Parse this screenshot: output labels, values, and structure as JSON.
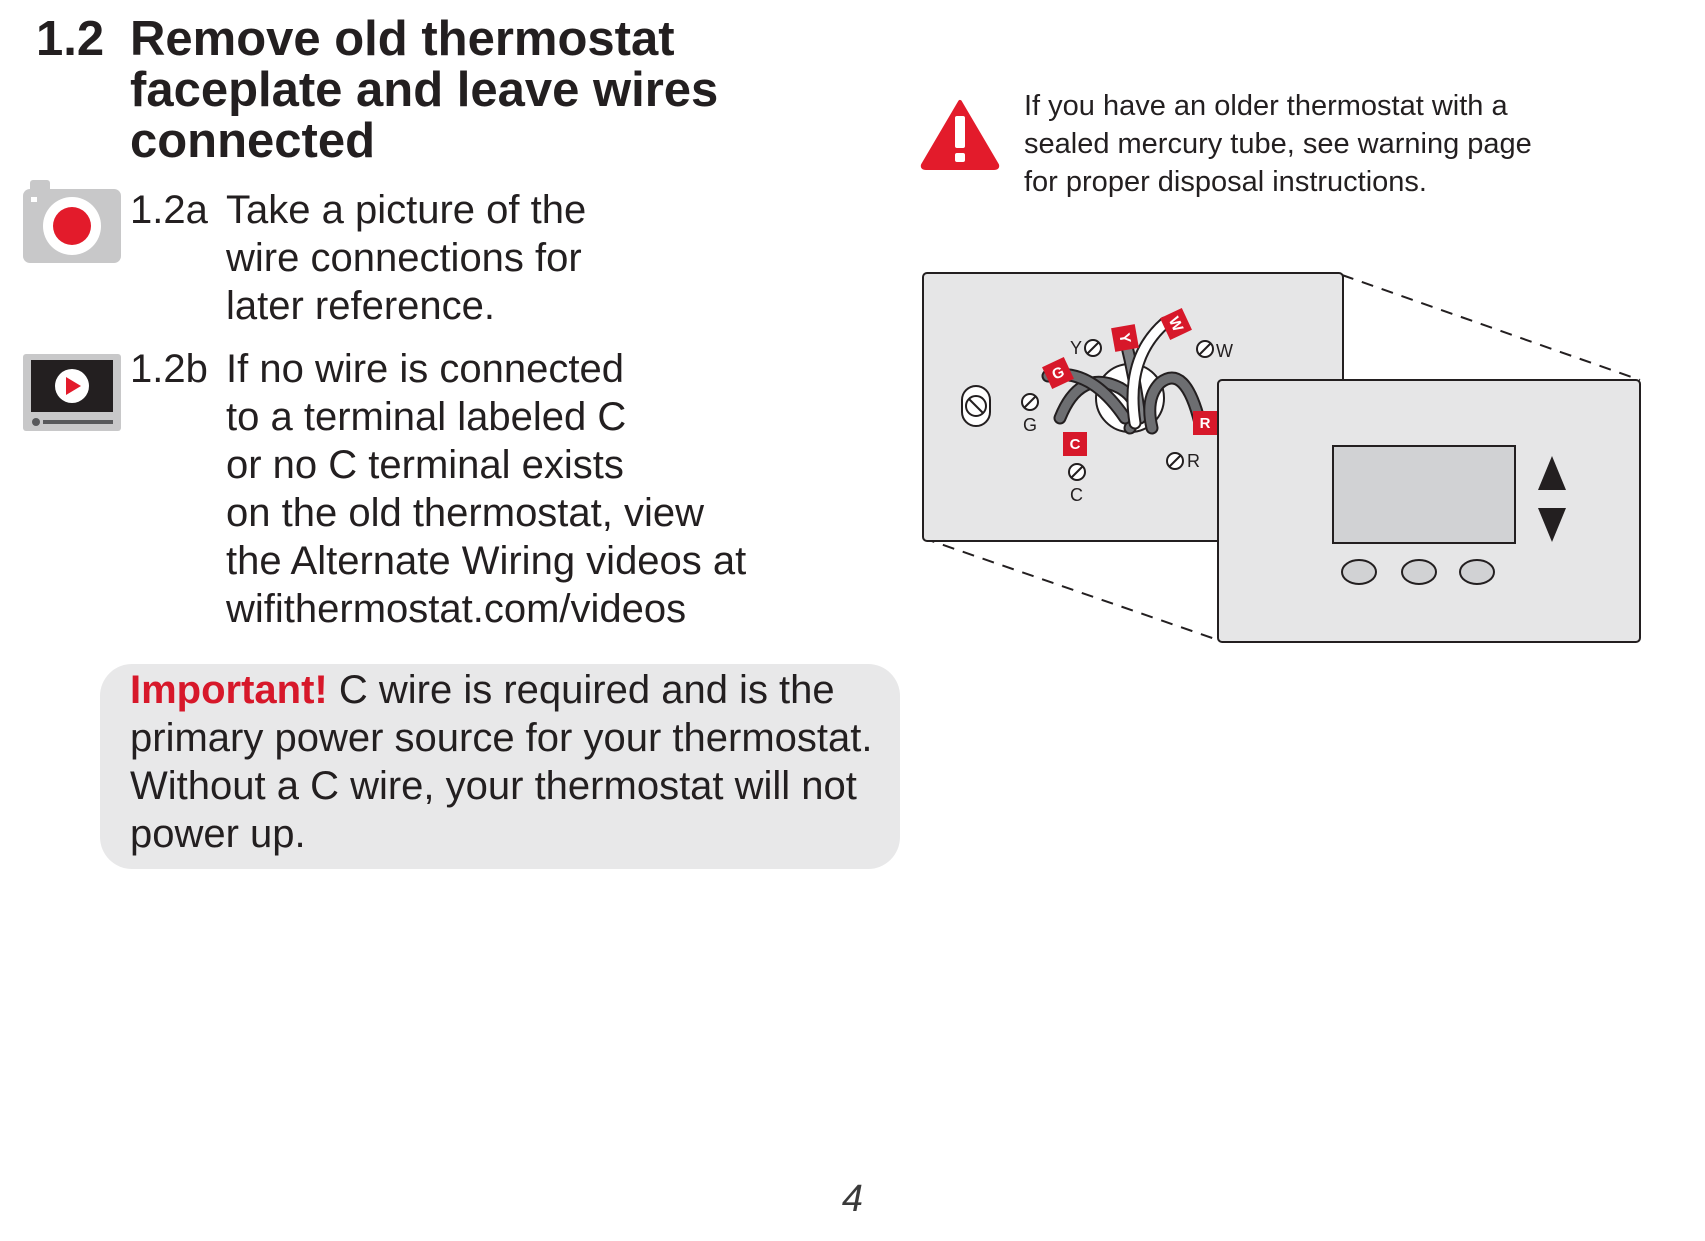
{
  "section": {
    "number": "1.2",
    "title": "Remove old thermostat faceplate and leave wires connected"
  },
  "steps": [
    {
      "number": "1.2a",
      "icon": "camera-icon",
      "lines": [
        "Take a picture of the",
        "wire connections for",
        "later reference."
      ]
    },
    {
      "number": "1.2b",
      "icon": "video-icon",
      "lines": [
        "If no wire is connected",
        "to a terminal labeled C",
        "or no C terminal exists",
        "on the old thermostat, view",
        "the Alternate Wiring videos at",
        "wifithermostat.com/videos"
      ]
    }
  ],
  "important": {
    "label": "Important!",
    "lines": [
      " C wire is required and is the",
      "primary power source for your thermostat.",
      "Without a C wire, your thermostat will not",
      "power up."
    ]
  },
  "warning": {
    "icon": "warning-icon",
    "lines": [
      "If you have an older thermostat with a",
      "sealed mercury tube, see warning page",
      "for proper disposal instructions."
    ]
  },
  "diagram": {
    "wire_tags": {
      "g": "G",
      "y": "Y",
      "w": "W",
      "c": "C",
      "r": "R"
    },
    "terminal_labels": {
      "y": "Y",
      "w": "W",
      "g": "G",
      "r": "R",
      "c": "C"
    }
  },
  "page_number": "4",
  "colors": {
    "accent_red": "#d7182a",
    "panel_gray": "#e8e8e9",
    "icon_gray": "#c8c8c9",
    "text": "#231f20"
  }
}
